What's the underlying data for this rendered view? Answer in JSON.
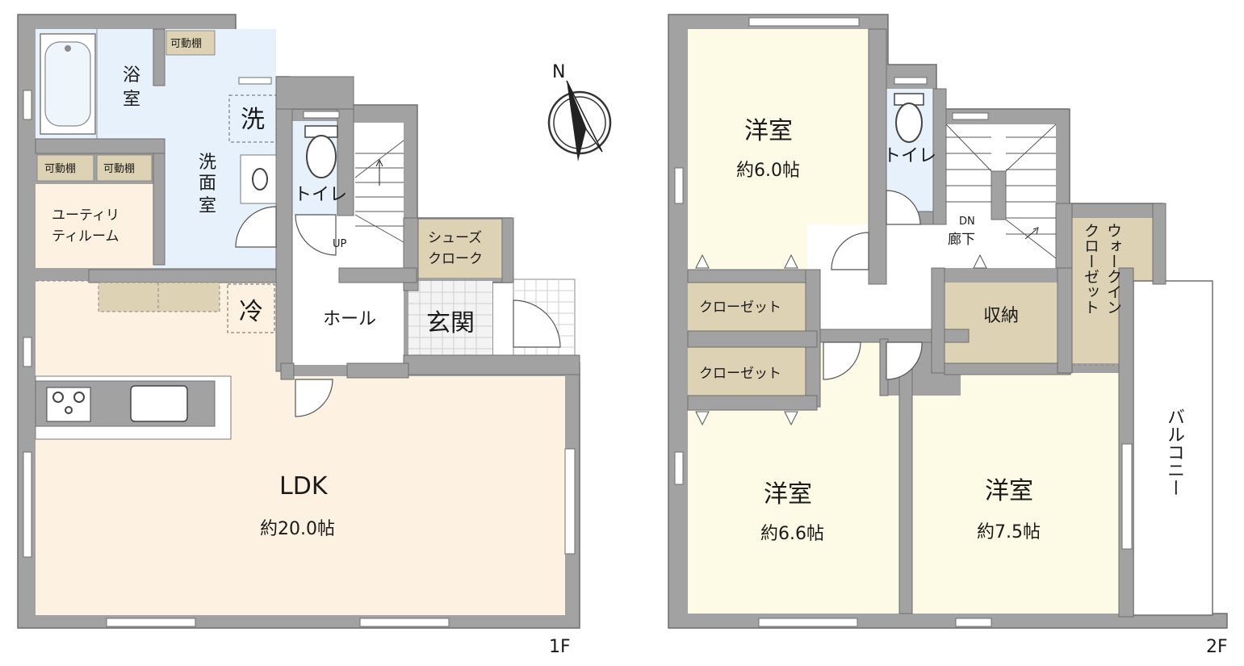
{
  "floor1": {
    "floor_label": "1F",
    "rooms": {
      "bath": [
        "浴",
        "室"
      ],
      "wash_basin": [
        "洗",
        "面",
        "室"
      ],
      "washer": "洗",
      "toilet": "トイレ",
      "shelf_top": "可動棚",
      "shelf_left1": "可動棚",
      "shelf_left2": "可動棚",
      "utility": [
        "ユーティリ",
        "ティルーム"
      ],
      "fridge": "冷",
      "hall": "ホール",
      "entrance": "玄関",
      "shoe_closet": [
        "シューズ",
        "クローク"
      ],
      "stair_up": "UP",
      "ldk_name": "LDK",
      "ldk_size": "約20.0帖"
    }
  },
  "floor2": {
    "floor_label": "2F",
    "rooms": {
      "western_a_name": "洋室",
      "western_a_size": "約6.0帖",
      "toilet": "トイレ",
      "stair_dn": "DN",
      "corridor": "廊下",
      "closet_a": "クローゼット",
      "closet_b": "クローゼット",
      "storage": "収納",
      "walkin": [
        "ウォークイン",
        "クローゼット"
      ],
      "western_b_name": "洋室",
      "western_b_size": "約6.6帖",
      "western_c_name": "洋室",
      "western_c_size": "約7.5帖",
      "balcony": "バルコニー"
    }
  },
  "compass": {
    "label": "N"
  },
  "colors": {
    "wall": "#a2a2a2",
    "wall_stroke": "#6d6d6d",
    "wet_area": "#e6f1fb",
    "living": "#fdf1e2",
    "bedroom": "#fdfbe6",
    "storage": "#ddd2b3",
    "hall": "#ffffff"
  }
}
